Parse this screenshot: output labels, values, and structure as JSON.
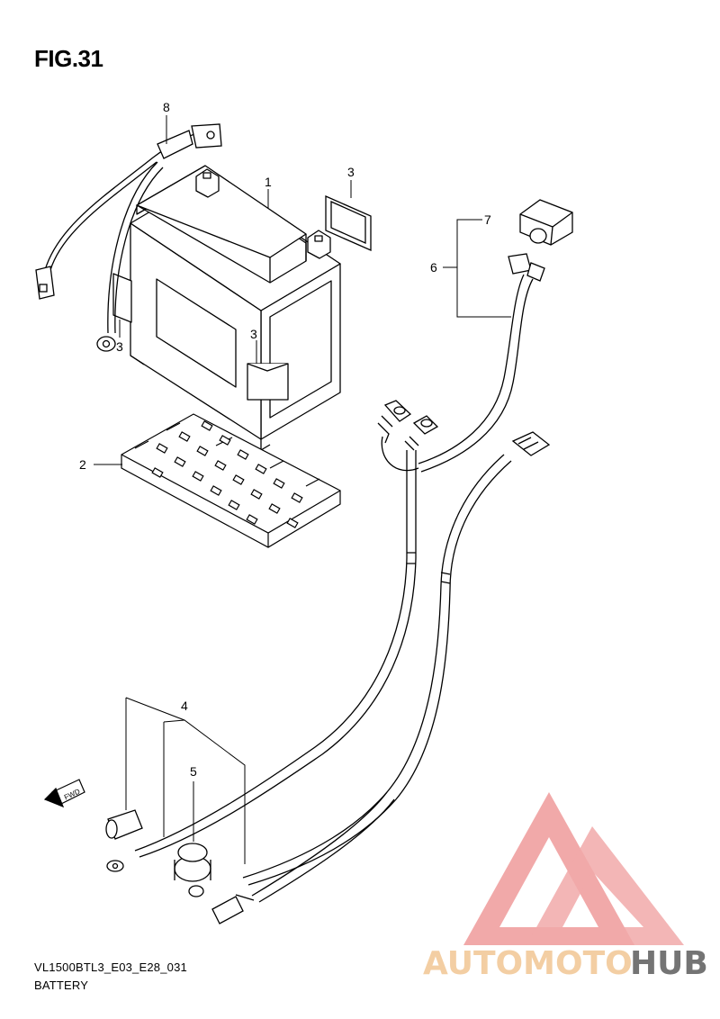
{
  "figure": {
    "title": "FIG.31",
    "code": "VL1500BTL3_E03_E28_031",
    "caption": "BATTERY"
  },
  "callouts": [
    {
      "id": "c1",
      "label": "1"
    },
    {
      "id": "c2",
      "label": "2"
    },
    {
      "id": "c3a",
      "label": "3"
    },
    {
      "id": "c3b",
      "label": "3"
    },
    {
      "id": "c3c",
      "label": "3"
    },
    {
      "id": "c4",
      "label": "4"
    },
    {
      "id": "c5",
      "label": "5"
    },
    {
      "id": "c6",
      "label": "6"
    },
    {
      "id": "c7",
      "label": "7"
    },
    {
      "id": "c8",
      "label": "8"
    }
  ],
  "fwd_label": "FWD",
  "watermark": {
    "part1": "AUTOMOTO",
    "part2": "HUB",
    "color_red": "#f0a0a0",
    "color_orange": "#f2c99a",
    "color_gray": "#666666"
  },
  "colors": {
    "line": "#000000",
    "background": "#ffffff"
  }
}
